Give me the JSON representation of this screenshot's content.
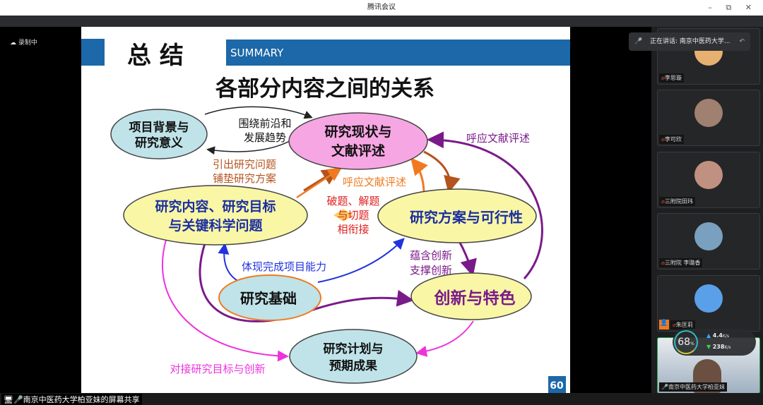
{
  "window": {
    "title": "腾讯会议",
    "controls": "– ⧉ ✕"
  },
  "recording": "录制中",
  "speaking": {
    "label": "正在讲话: 南京中医药大学..."
  },
  "slide": {
    "heading": "总  结",
    "banner": "SUMMARY",
    "title": "各部分内容之间的关系",
    "page": "60",
    "nodes": {
      "background": [
        "项目背景与",
        "研究意义"
      ],
      "review": [
        "研究现状与",
        "文献评述"
      ],
      "content": [
        "研究内容、研究目标",
        "与关键科学问题"
      ],
      "plan": [
        "研究方案与可行性"
      ],
      "foundation": [
        "研究基础"
      ],
      "innovation": [
        "创新与特色"
      ],
      "schedule": [
        "研究计划与",
        "预期成果"
      ]
    },
    "labels": {
      "frontier": [
        "围绕前沿和",
        "发展趋势"
      ],
      "lead": [
        "引出研究问题",
        "铺垫研究方案"
      ],
      "echo1": "呼应文献评述",
      "bridge": [
        "破题、解题",
        "与切题",
        "相衔接"
      ],
      "echo2": "呼应文献评述",
      "ability": "体现完成项目能力",
      "support": [
        "蕴含创新",
        "支撑创新"
      ],
      "dock": "对接研究目标与创新"
    }
  },
  "participants": [
    {
      "name": "李思璇",
      "color": "#e8b070"
    },
    {
      "name": "李可欣",
      "color": "#a08070"
    },
    {
      "name": "三附院田玮",
      "color": "#c09080"
    },
    {
      "name": "三附院  李璐香",
      "color": "#7aa0c0"
    },
    {
      "name": "朱匡莉",
      "color": "#5aa0e8"
    },
    {
      "name": "南京中医药大学柏亚妹",
      "color": "#c8d0d8"
    }
  ],
  "network": {
    "quality": "68",
    "quality_unit": "%",
    "up": "4.4",
    "up_unit": "K/s",
    "down": "238",
    "down_unit": "K/s"
  },
  "screen_share": "南京中医药大学柏亚妹的屏幕共享"
}
